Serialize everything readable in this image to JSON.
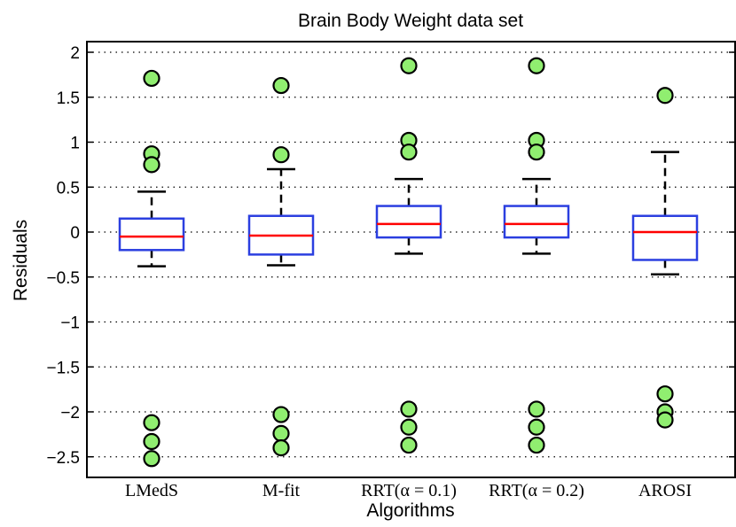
{
  "chart_data": {
    "type": "box",
    "title": "Brain Body Weight data set",
    "xlabel": "Algorithms",
    "ylabel": "Residuals",
    "ylim": [
      -2.75,
      2.1
    ],
    "yticks": [
      2,
      1.5,
      1,
      0.5,
      0,
      -0.5,
      -1,
      -1.5,
      -2,
      -2.5
    ],
    "ytick_labels": [
      "2",
      "1.5",
      "1",
      "0.5",
      "0",
      "−0.5",
      "−1",
      "−1.5",
      "−2",
      "−2.5"
    ],
    "grid": "horizontal dotted",
    "categories": [
      "LMedS",
      "M-fit",
      "RRT(α = 0.1)",
      "RRT(α = 0.2)",
      "AROSI"
    ],
    "boxes": [
      {
        "q1": -0.2,
        "median": -0.05,
        "q3": 0.15,
        "whisker_low": -0.38,
        "whisker_high": 0.45,
        "outliers": [
          1.71,
          0.87,
          0.75,
          -2.12,
          -2.33,
          -2.52
        ]
      },
      {
        "q1": -0.25,
        "median": -0.04,
        "q3": 0.18,
        "whisker_low": -0.37,
        "whisker_high": 0.7,
        "outliers": [
          1.63,
          0.86,
          -2.03,
          -2.24,
          -2.4
        ]
      },
      {
        "q1": -0.06,
        "median": 0.09,
        "q3": 0.29,
        "whisker_low": -0.24,
        "whisker_high": 0.59,
        "outliers": [
          1.85,
          1.02,
          0.89,
          -1.97,
          -2.17,
          -2.37
        ]
      },
      {
        "q1": -0.06,
        "median": 0.09,
        "q3": 0.29,
        "whisker_low": -0.24,
        "whisker_high": 0.59,
        "outliers": [
          1.85,
          1.02,
          0.89,
          -1.97,
          -2.17,
          -2.37
        ]
      },
      {
        "q1": -0.31,
        "median": 0.0,
        "q3": 0.18,
        "whisker_low": -0.47,
        "whisker_high": 0.89,
        "outliers": [
          1.52,
          -1.8,
          -2.0,
          -2.09
        ]
      }
    ],
    "colors": {
      "box": "#2b3fe0",
      "median": "#ff0000",
      "whisker": "#000000",
      "outlier_fill": "#90ee70",
      "outlier_stroke": "#000000"
    }
  }
}
